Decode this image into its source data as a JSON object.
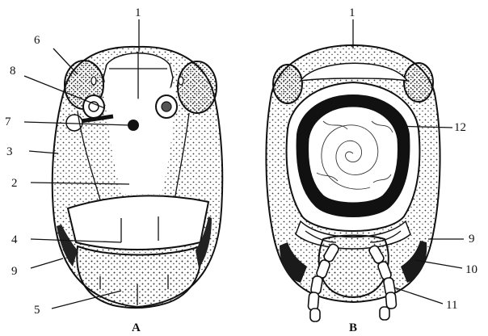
{
  "panels": [
    {
      "id": "A",
      "caption": "A"
    },
    {
      "id": "B",
      "caption": "B"
    }
  ],
  "labels": {
    "A": [
      "1",
      "6",
      "8",
      "7",
      "3",
      "2",
      "4",
      "9",
      "5"
    ],
    "B": [
      "1",
      "12",
      "9",
      "10",
      "11"
    ]
  },
  "colors": {
    "ink": "#111111",
    "paper": "#ffffff",
    "stipple": "#333333"
  }
}
